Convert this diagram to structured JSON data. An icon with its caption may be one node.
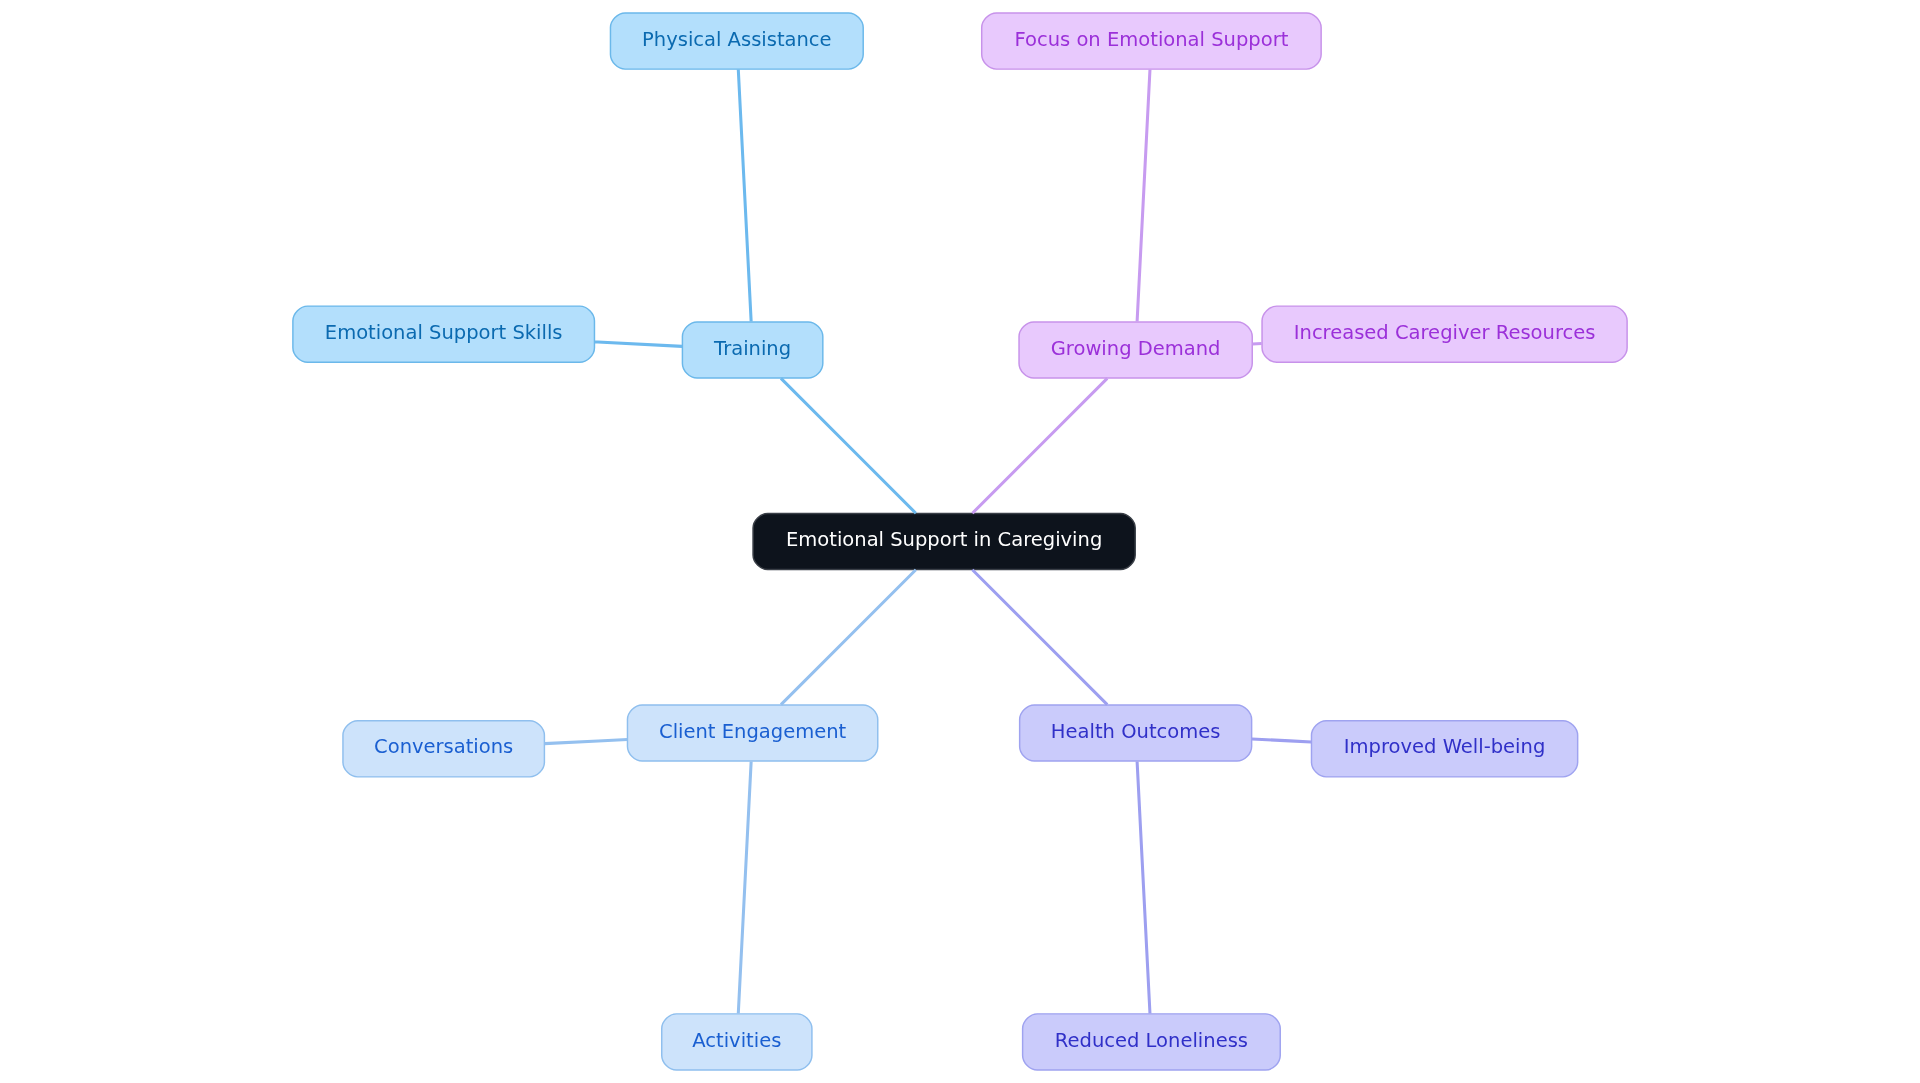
{
  "diagram": {
    "nodes": [
      {
        "text": [
          "Emotional Support in Caregiving"
        ]
      },
      {
        "text": [
          "Growing Demand"
        ]
      },
      {
        "text": [
          "Increased Caregiver Resources"
        ]
      },
      {
        "text": [
          "Focus on Emotional Support"
        ]
      },
      {
        "text": [
          "Training"
        ]
      },
      {
        "text": [
          "Physical Assistance"
        ]
      },
      {
        "text": [
          "Emotional Support Skills"
        ]
      },
      {
        "text": [
          "Client Engagement"
        ]
      },
      {
        "text": [
          "Conversations"
        ]
      },
      {
        "text": [
          "Activities"
        ]
      },
      {
        "text": [
          "Health Outcomes"
        ]
      },
      {
        "text": [
          "Reduced Loneliness"
        ]
      },
      {
        "text": [
          "Improved Well-being"
        ]
      }
    ],
    "edges": [
      {
        "from": 0,
        "to": 1,
        "arrow": "none",
        "color": "#c79bf0"
      },
      {
        "from": 1,
        "to": 2,
        "arrow": "none",
        "color": "#c79bf0"
      },
      {
        "from": 1,
        "to": 3,
        "arrow": "none",
        "color": "#c79bf0"
      },
      {
        "from": 0,
        "to": 4,
        "arrow": "none",
        "color": "#6cb9ee"
      },
      {
        "from": 4,
        "to": 5,
        "arrow": "none",
        "color": "#6cb9ee"
      },
      {
        "from": 4,
        "to": 6,
        "arrow": "none",
        "color": "#6cb9ee"
      },
      {
        "from": 0,
        "to": 7,
        "arrow": "none",
        "color": "#94c0ef"
      },
      {
        "from": 7,
        "to": 8,
        "arrow": "none",
        "color": "#94c0ef"
      },
      {
        "from": 7,
        "to": 9,
        "arrow": "none",
        "color": "#94c0ef"
      },
      {
        "from": 0,
        "to": 10,
        "arrow": "none",
        "color": "#9d9ff0"
      },
      {
        "from": 10,
        "to": 11,
        "arrow": "none",
        "color": "#9d9ff0"
      },
      {
        "from": 10,
        "to": 12,
        "arrow": "none",
        "color": "#9d9ff0"
      }
    ]
  }
}
